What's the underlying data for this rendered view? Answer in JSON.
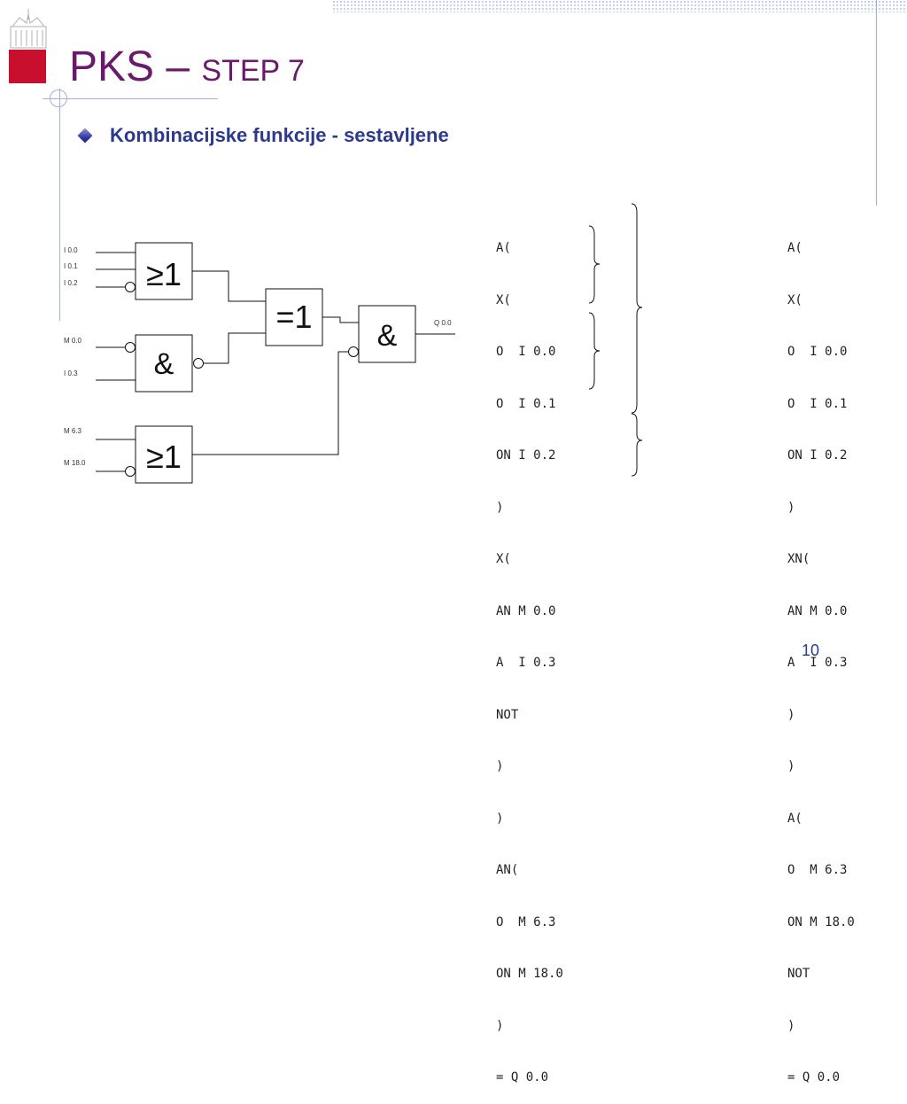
{
  "title": {
    "main": "PKS – ",
    "sub": "STEP 7"
  },
  "bullet": {
    "text": "Kombinacijske funkcije - sestavljene"
  },
  "diagram": {
    "inputs": [
      "I 0.0",
      "I 0.1",
      "I 0.2",
      "M 0.0",
      "I 0.3",
      "M 6.3",
      "M 18.0"
    ],
    "output": "Q 0.0",
    "gates": {
      "or1": "≥1",
      "and1": "&",
      "or2": "≥1",
      "xor": "=1",
      "and_out": "&"
    }
  },
  "code_a": [
    "A(",
    "X(",
    "O  I 0.0",
    "O  I 0.1",
    "ON I 0.2",
    ")",
    "X(",
    "AN M 0.0",
    "A  I 0.3",
    "NOT",
    ")",
    ")",
    "AN(",
    "O  M 6.3",
    "ON M 18.0",
    ")",
    "= Q 0.0"
  ],
  "code_b": [
    "A(",
    "X(",
    "O  I 0.0",
    "O  I 0.1",
    "ON I 0.2",
    ")",
    "XN(",
    "AN M 0.0",
    "A  I 0.3",
    ")",
    ")",
    "A(",
    "O  M 6.3",
    "ON M 18.0",
    "NOT",
    ")",
    "= Q 0.0"
  ],
  "page_number": "10",
  "colors": {
    "title": "#6b1a6b",
    "subtitle": "#2c3a8c",
    "logo_red": "#c8102e",
    "accent_line": "#9fb0dd"
  }
}
